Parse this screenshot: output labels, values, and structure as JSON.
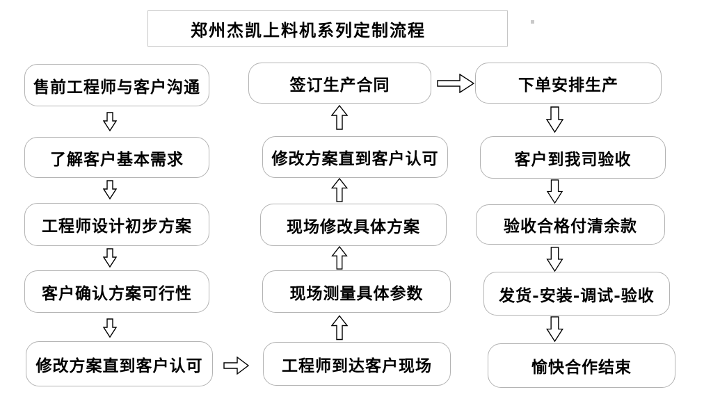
{
  "title": "郑州杰凯上料机系列定制流程",
  "flow": {
    "left": [
      "售前工程师与客户沟通",
      "了解客户基本需求",
      "工程师设计初步方案",
      "客户确认方案可行性",
      "修改方案直到客户认可"
    ],
    "middle": [
      "签订生产合同",
      "修改方案直到客户认可",
      "现场修改具体方案",
      "现场测量具体参数",
      "工程师到达客户现场"
    ],
    "right": [
      "下单安排生产",
      "客户到我司验收",
      "验收合格付清余款",
      "发货-安装-调试-验收",
      "愉快合作结束"
    ]
  },
  "colors": {
    "box_border": "#b3b3b3",
    "title_border": "#c6c6c6",
    "arrow_outline": "#000000",
    "text": "#000000",
    "background": "#ffffff"
  }
}
